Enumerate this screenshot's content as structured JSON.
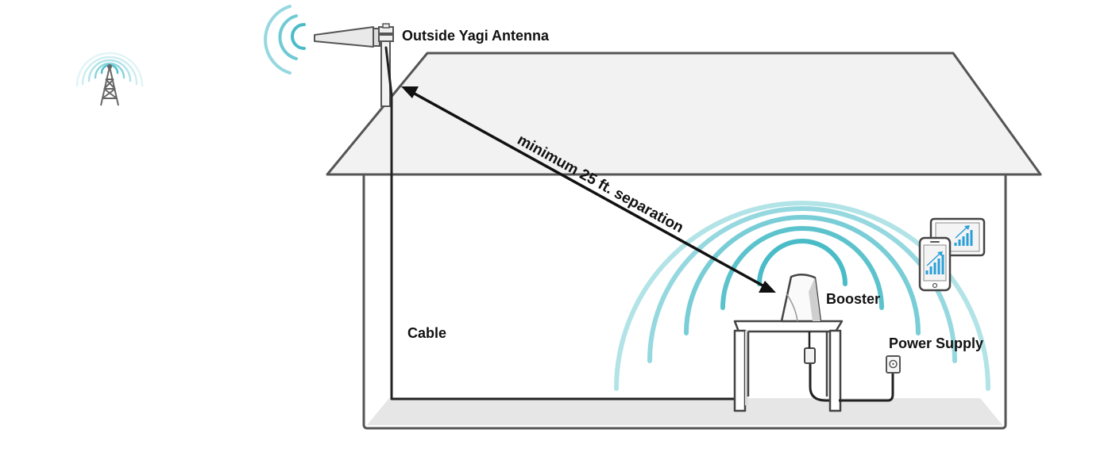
{
  "labels": {
    "antenna": "Outside Yagi Antenna",
    "separation": "minimum 25 ft. separation",
    "booster": "Booster",
    "cable": "Cable",
    "power_supply": "Power Supply"
  },
  "icons": {
    "cell_tower": "cell-tower-icon",
    "yagi_antenna": "yagi-antenna-icon",
    "booster": "booster-icon",
    "power_outlet": "power-outlet-icon",
    "smartphone": "smartphone-icon",
    "tablet": "tablet-icon",
    "signal_bars": "signal-bars-icon"
  },
  "colors": {
    "signal": "#3fb8c4",
    "device_bars": "#2a9fd8",
    "house_fill": "#f2f2f2",
    "house_stroke": "#555555",
    "floor": "#e6e6e6",
    "text": "#111111"
  }
}
